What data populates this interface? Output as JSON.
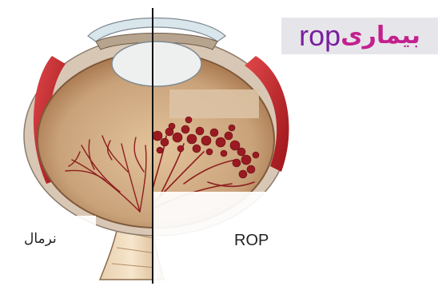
{
  "title": {
    "latin": "rop",
    "persian": "بیماری"
  },
  "labels": {
    "left": "نرمال",
    "right": "ROP"
  },
  "colors": {
    "sclera_red": "#c8262e",
    "retina_tan": "#c49e78",
    "vessel": "#8e1d1d",
    "hemorrhage": "#9b1a22",
    "lens": "#eef0f0",
    "cornea": "#d9e6ec",
    "divider": "#111111",
    "title_latin": "#7a1fa0",
    "title_persian": "#c3208f"
  }
}
